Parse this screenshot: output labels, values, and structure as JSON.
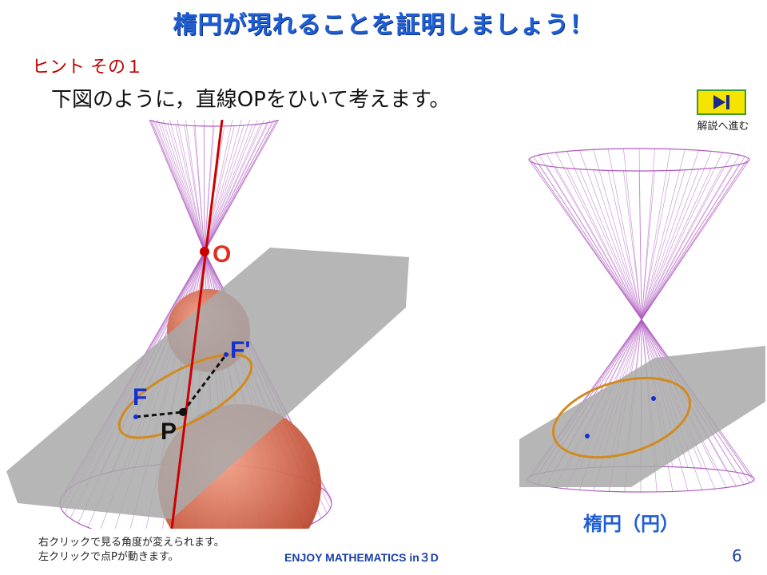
{
  "slide": {
    "title": "楕円が現れることを証明しましょう！",
    "hint_title": "ヒント その１",
    "hint_text": "下図のように，直線OPをひいて考えます。",
    "next_button_label": "解説へ進む",
    "next_button_icon": "skip-forward-icon",
    "ellipse_caption": "楕円（円）",
    "note_right_click": "右クリックで見る角度が変えられます。",
    "note_left_click": "左クリックで点Pが動きます。",
    "footer": "ENJOY MATHEMATICS in３D",
    "page_number": "6"
  },
  "scene_left": {
    "point_O": "O",
    "point_F": "F",
    "point_F_prime": "F'",
    "point_P": "P"
  },
  "colors": {
    "title": "#1f5fd6",
    "hint_title": "#c00000",
    "cone": "#b05cc0",
    "sphere": "#d9694a",
    "line_OP": "#cc0000",
    "ellipse": "#d28a1e",
    "plane": "#a7a7a7",
    "label_O": "#e03020",
    "label_F": "#1530d0",
    "label_P": "#111111",
    "button": "#f4e400"
  }
}
